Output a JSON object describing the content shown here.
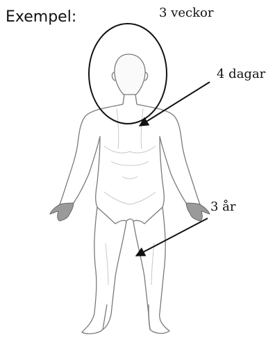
{
  "heading": "Exempel:",
  "annotations": {
    "head": "3 veckor",
    "chest": "4 dagar",
    "leg": "3 år"
  },
  "colors": {
    "ink": "#111111",
    "outline": "#7a7a7a",
    "shading": "#c8c8c8"
  }
}
